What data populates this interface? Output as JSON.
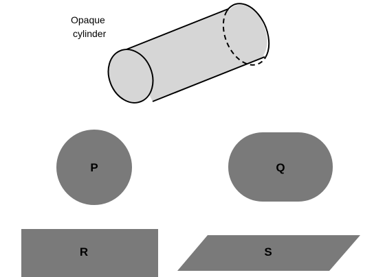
{
  "caption": {
    "line1": "Opaque",
    "line2": "cylinder"
  },
  "shapes": {
    "p": {
      "label": "P"
    },
    "q": {
      "label": "Q"
    },
    "r": {
      "label": "R"
    },
    "s": {
      "label": "S"
    }
  },
  "colors": {
    "cylinder_fill": "#d6d6d6",
    "shadow_fill": "#7a7a7a",
    "outline": "#000000"
  }
}
